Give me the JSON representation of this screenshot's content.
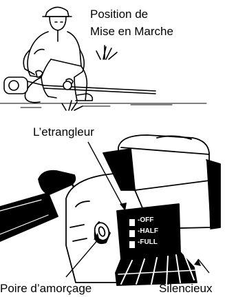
{
  "top_caption": {
    "line1": "Position de",
    "line2": "Mise en Marche"
  },
  "callouts": {
    "choke": "L’etrangleur",
    "primer": "Poire d’amorçage",
    "muffler": "Silencieux"
  },
  "choke_panel": {
    "positions": [
      "-OFF",
      "-HALF",
      "-FULL"
    ]
  },
  "colors": {
    "ink": "#000000",
    "paper": "#ffffff"
  }
}
